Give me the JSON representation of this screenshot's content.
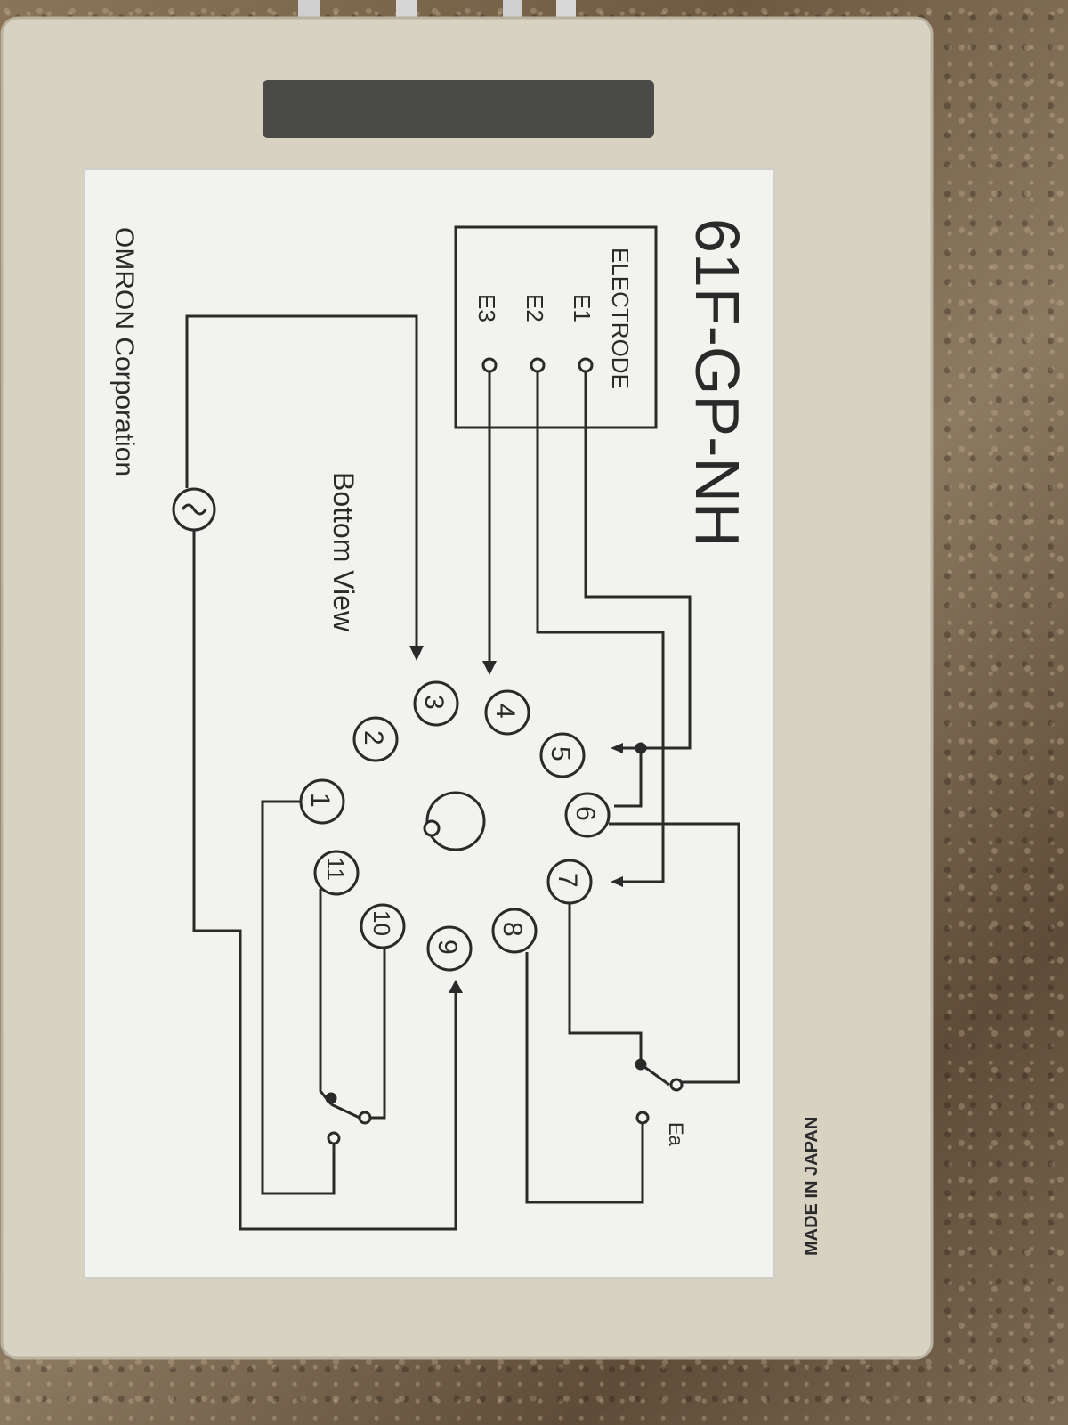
{
  "label": {
    "model": "61F-GP-NH",
    "electrode_title": "ELECTRODE",
    "electrodes": [
      "E1",
      "E2",
      "E3"
    ],
    "bottom_view": "Bottom View",
    "maker": "OMRON Corporation",
    "origin": "MADE IN JAPAN",
    "relay_contact": "Ea",
    "pins": [
      "1",
      "2",
      "3",
      "4",
      "5",
      "6",
      "7",
      "8",
      "9",
      "10",
      "11"
    ]
  },
  "colors": {
    "housing": "#d8d2c2",
    "label_bg": "#f2f2ef",
    "ink": "#2a2a2a"
  }
}
